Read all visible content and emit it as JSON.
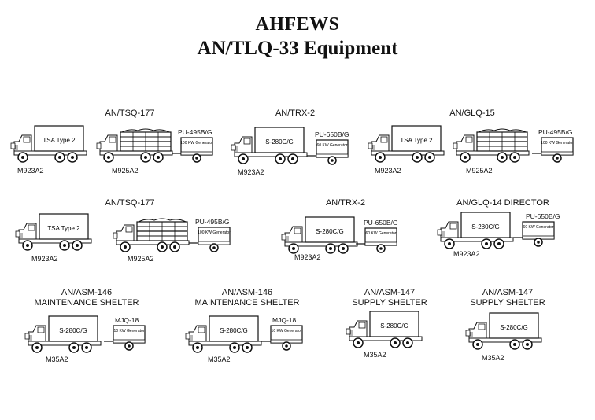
{
  "title": "AHFEWS",
  "subtitle": "AN/TLQ-33 Equipment",
  "row1": {
    "g1": {
      "label": "AN/TSQ-177",
      "v1_shelter": "TSA Type 2",
      "v1_label": "M923A2",
      "v2_label": "M925A2",
      "gen_name": "PU-495B/G",
      "gen_text": "100 KW Generator"
    },
    "g2": {
      "label": "AN/TRX-2",
      "shelter": "S-280C/G",
      "label_veh": "M923A2",
      "gen_name": "PU-650B/G",
      "gen_text": "60 KW Generator"
    },
    "g3": {
      "label": "AN/GLQ-15",
      "v1_shelter": "TSA Type 2",
      "v1_label": "M923A2",
      "v2_label": "M925A2",
      "gen_name": "PU-495B/G",
      "gen_text": "100 KW Generator"
    }
  },
  "row2": {
    "g1": {
      "label": "AN/TSQ-177",
      "v1_shelter": "TSA Type 2",
      "v1_label": "M923A2",
      "v2_label": "M925A2",
      "gen_name": "PU-495B/G",
      "gen_text": "100 KW Generator"
    },
    "g2": {
      "label": "AN/TRX-2",
      "shelter": "S-280C/G",
      "label_veh": "M923A2",
      "gen_name": "PU-650B/G",
      "gen_text": "60 KW Generator"
    },
    "g3": {
      "label": "AN/GLQ-14  DIRECTOR",
      "shelter": "S-280C/G",
      "label_veh": "M923A2",
      "gen_name": "PU-650B/G",
      "gen_text": "60 KW Generator"
    }
  },
  "row3": {
    "g1": {
      "label1": "AN/ASM-146",
      "label2": "MAINTENANCE  SHELTER",
      "shelter": "S-280C/G",
      "label_veh": "M35A2",
      "gen_name": "MJQ-18",
      "gen_text": "10 KW Generator"
    },
    "g2": {
      "label1": "AN/ASM-146",
      "label2": "MAINTENANCE  SHELTER",
      "shelter": "S-280C/G",
      "label_veh": "M35A2",
      "gen_name": "MJQ-18",
      "gen_text": "10 KW Generator"
    },
    "g3": {
      "label1": "AN/ASM-147",
      "label2": "SUPPLY  SHELTER",
      "shelter": "S-280C/G",
      "label_veh": "M35A2"
    },
    "g4": {
      "label1": "AN/ASM-147",
      "label2": "SUPPLY  SHELTER",
      "shelter": "S-280C/G",
      "label_veh": "M35A2"
    }
  }
}
